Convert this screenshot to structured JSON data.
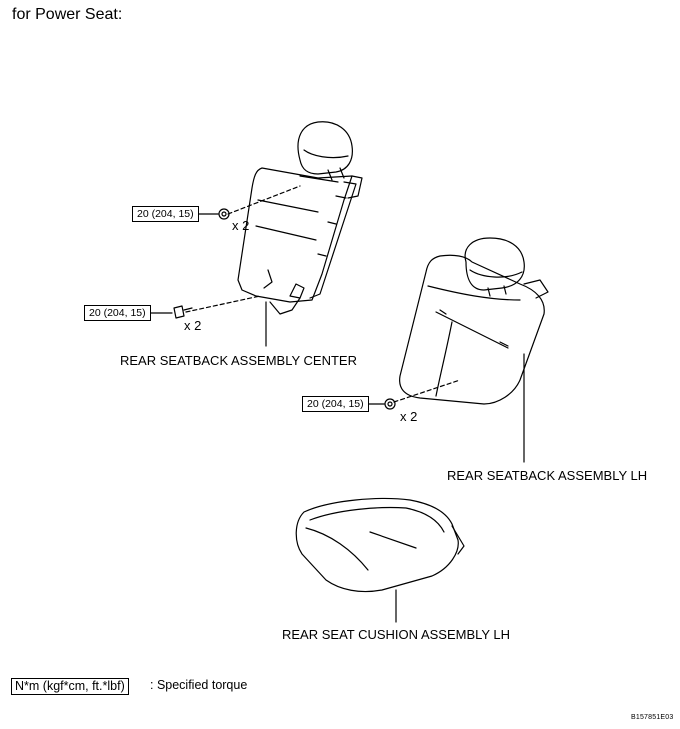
{
  "heading": "for Power Seat:",
  "torques": [
    {
      "value": "20 (204, 15)",
      "qty": "x 2"
    },
    {
      "value": "20 (204, 15)",
      "qty": "x 2"
    },
    {
      "value": "20 (204, 15)",
      "qty": "x 2"
    }
  ],
  "parts": {
    "seatback_center": "REAR SEATBACK ASSEMBLY CENTER",
    "seatback_lh": "REAR SEATBACK ASSEMBLY LH",
    "cushion_lh": "REAR SEAT CUSHION ASSEMBLY LH"
  },
  "legend": {
    "unit_box": "N*m (kgf*cm, ft.*lbf)",
    "description": ": Specified torque"
  },
  "figure_code": "B157851E03"
}
